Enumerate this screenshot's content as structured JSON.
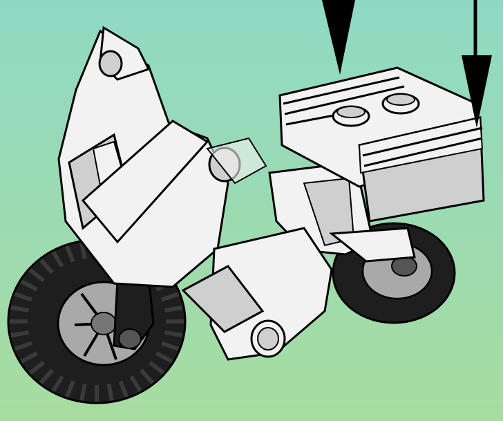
{
  "scene": {
    "subject": "motorcycle-model",
    "indicators": [
      {
        "name": "arrow-down-icon",
        "pointing": "down"
      },
      {
        "name": "arrow-down-icon",
        "pointing": "down"
      }
    ]
  },
  "colors": {
    "background_top": "#8fd9c4",
    "background_bottom": "#a8dca0",
    "body": "#f2f2f2",
    "shade": "#cfcfcf",
    "tire": "#1e1e1e",
    "tire_tread": "#3a3a3a",
    "rim": "#a9a9a9",
    "outline": "#000000",
    "arrow": "#000000"
  }
}
